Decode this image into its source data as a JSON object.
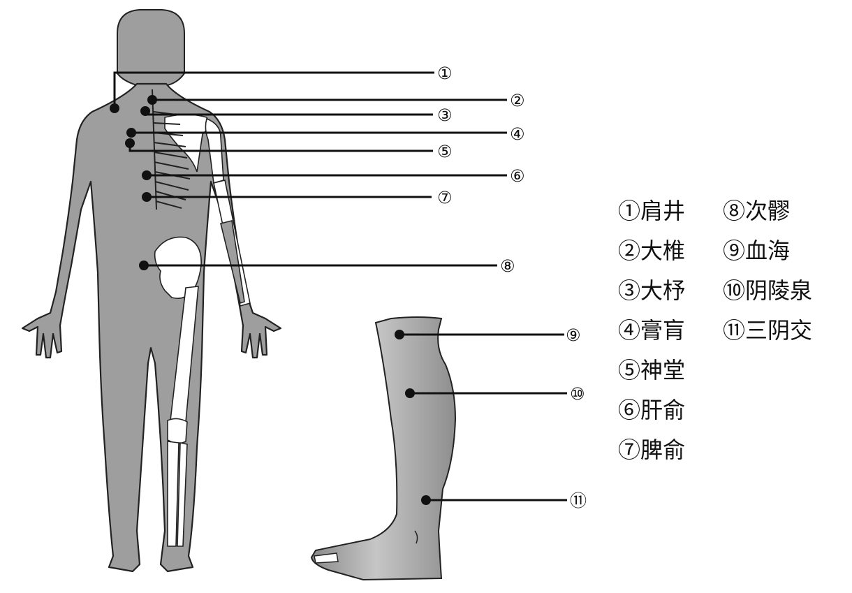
{
  "points": [
    {
      "num": "①",
      "name": "肩井"
    },
    {
      "num": "②",
      "name": "大椎"
    },
    {
      "num": "③",
      "name": "大杼"
    },
    {
      "num": "④",
      "name": "膏肓"
    },
    {
      "num": "⑤",
      "name": "神堂"
    },
    {
      "num": "⑥",
      "name": "肝俞"
    },
    {
      "num": "⑦",
      "name": "脾俞"
    },
    {
      "num": "⑧",
      "name": "次髎"
    },
    {
      "num": "⑨",
      "name": "血海"
    },
    {
      "num": "⑩",
      "name": "阴陵泉"
    },
    {
      "num": "⑪",
      "name": "三阴交"
    }
  ],
  "legend": {
    "col1": [
      "①肩井",
      "②大椎",
      "③大杼",
      "④膏肓",
      "⑤神堂",
      "⑥肝俞",
      "⑦脾俞"
    ],
    "col2": [
      "⑧次髎",
      "⑨血海",
      "⑩阴陵泉",
      "⑪三阴交"
    ]
  },
  "colors": {
    "body": "#9e9e9e",
    "bone": "#ffffff",
    "outline": "#222222",
    "line": "#111111"
  }
}
